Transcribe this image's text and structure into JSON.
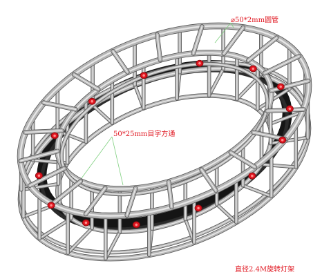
{
  "annotations": {
    "round_pipe": "⌀50*2mm圆管",
    "square_tube": "50*25mm目字方通"
  },
  "caption": "直径2.4M旋转灯架",
  "colors": {
    "truss": "#b4b4b4",
    "truss_edge": "#555555",
    "track": "#151515",
    "clamp": "#e0141e",
    "label": "#e0141e",
    "leader": "#7fd07f"
  },
  "icons": [
    "truss-ring",
    "clamp-icon",
    "leader-line"
  ]
}
